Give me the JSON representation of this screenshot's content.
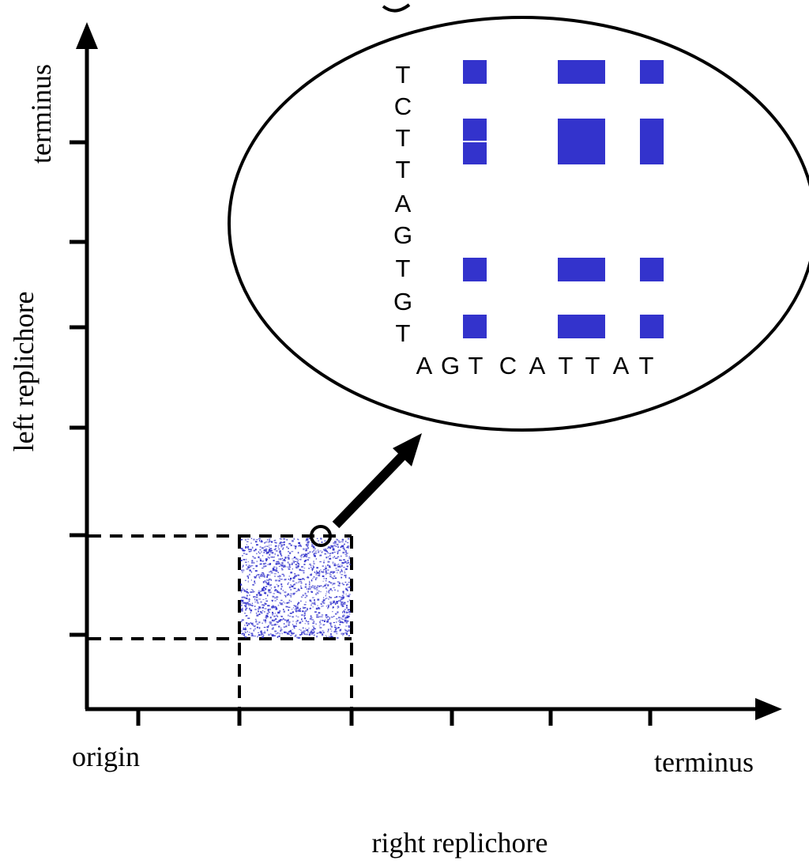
{
  "labels": {
    "y_axis": "left replichore",
    "y_axis_end": "terminus",
    "x_axis": "right replichore",
    "x_axis_start": "origin",
    "x_axis_end": "terminus"
  },
  "zoom": {
    "row_sequence": [
      "T",
      "C",
      "T",
      "T",
      "A",
      "G",
      "T",
      "G",
      "T"
    ],
    "column_sequence": [
      "A",
      "G",
      "T",
      "C",
      "A",
      "T",
      "T",
      "A",
      "T"
    ]
  },
  "colors": {
    "match": "#3333cc",
    "line": "#000000",
    "background": "#ffffff"
  }
}
